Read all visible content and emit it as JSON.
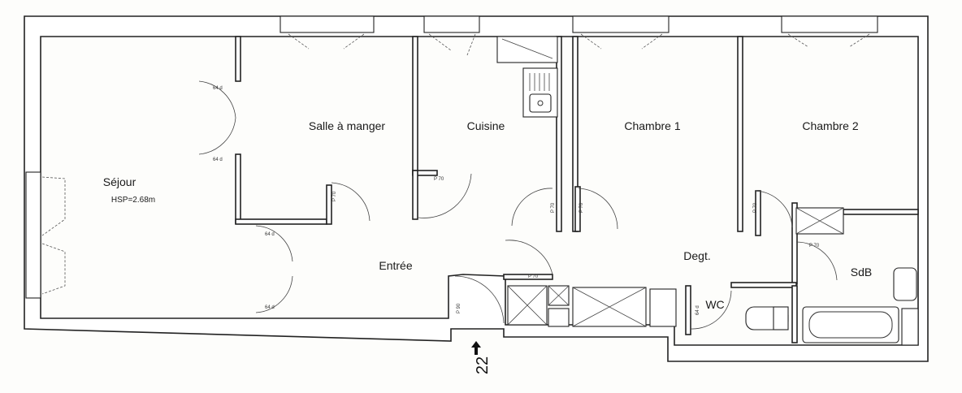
{
  "rooms": {
    "sejour": "Séjour",
    "sejour_height": "HSP=2.68m",
    "salle_a_manger": "Salle à manger",
    "cuisine": "Cuisine",
    "chambre1": "Chambre 1",
    "chambre2": "Chambre 2",
    "entree": "Entrée",
    "degt": "Degt.",
    "sdb": "SdB",
    "wc": "WC"
  },
  "door_tags": {
    "p70": "P 70",
    "p90": "P 90",
    "d64": "64 d"
  },
  "entrance": {
    "number": "22",
    "arrow_icon": "arrow-up-icon"
  }
}
